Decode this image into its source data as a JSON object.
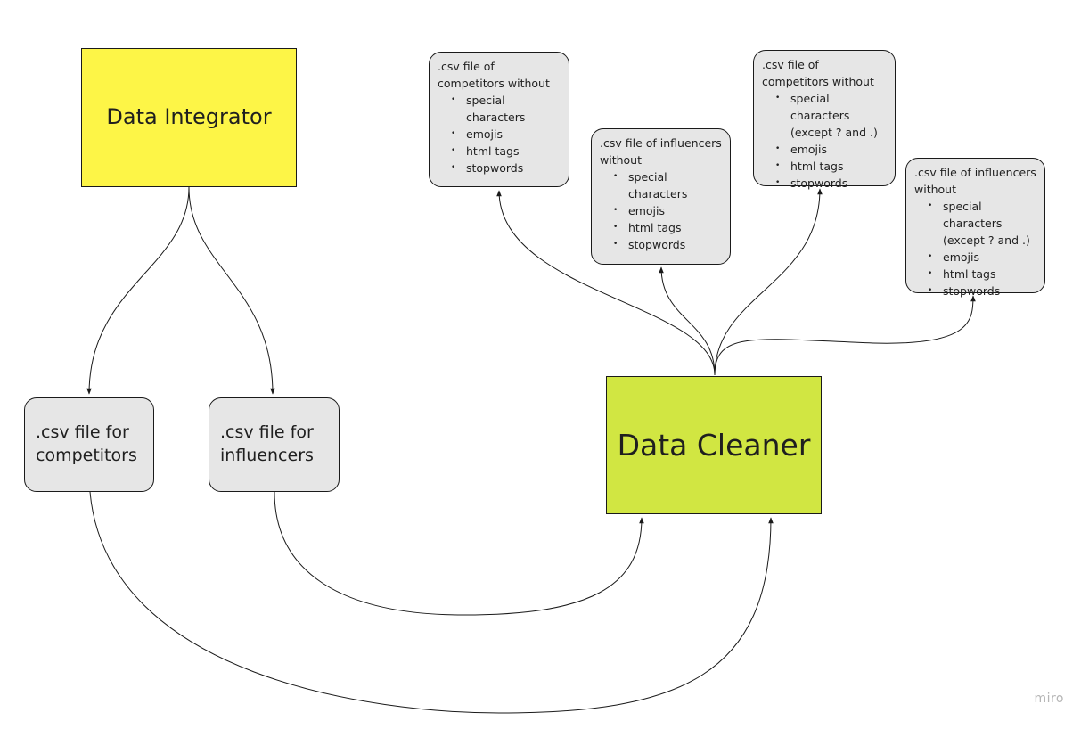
{
  "colors": {
    "integrator": "#fdf547",
    "cleaner": "#d1e642",
    "file_box": "#e6e6e6",
    "stroke": "#1a1a1a"
  },
  "integrator": {
    "label": "Data Integrator"
  },
  "cleaner": {
    "label": "Data Cleaner"
  },
  "files": {
    "competitors": ".csv file for competitors",
    "influencers": ".csv file for influencers"
  },
  "notes": [
    {
      "title": ".csv file of competitors without",
      "items": [
        "special characters",
        "emojis",
        "html tags",
        "stopwords"
      ]
    },
    {
      "title": ".csv file of influencers without",
      "items": [
        "special characters",
        "emojis",
        "html tags",
        "stopwords"
      ]
    },
    {
      "title": ".csv file of competitors without",
      "items": [
        "special characters (except ? and .)",
        "emojis",
        "html tags",
        "stopwords"
      ]
    },
    {
      "title": ".csv file of influencers without",
      "items": [
        "special characters (except ? and .)",
        "emojis",
        "html tags",
        "stopwords"
      ]
    }
  ],
  "watermark": "miro"
}
